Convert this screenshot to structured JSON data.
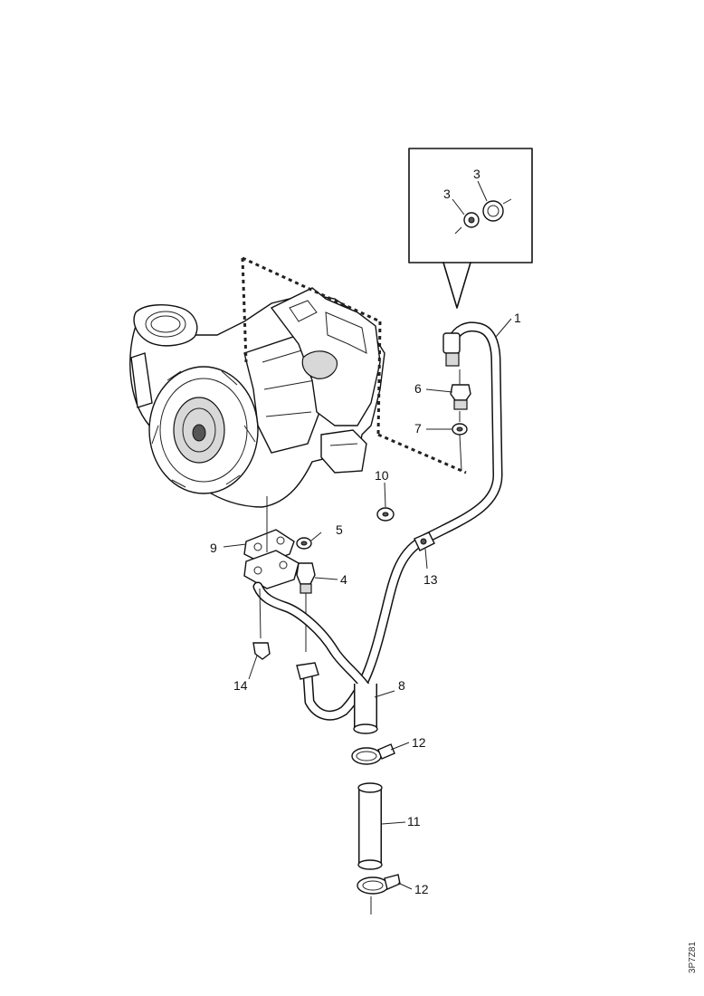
{
  "callouts": {
    "c1": "1",
    "c3a": "3",
    "c3b": "3",
    "c4": "4",
    "c5": "5",
    "c6": "6",
    "c7": "7",
    "c8": "8",
    "c9": "9",
    "c10": "10",
    "c11": "11",
    "c12a": "12",
    "c12b": "12",
    "c13": "13",
    "c14": "14"
  },
  "document_id": "3P7Z81"
}
